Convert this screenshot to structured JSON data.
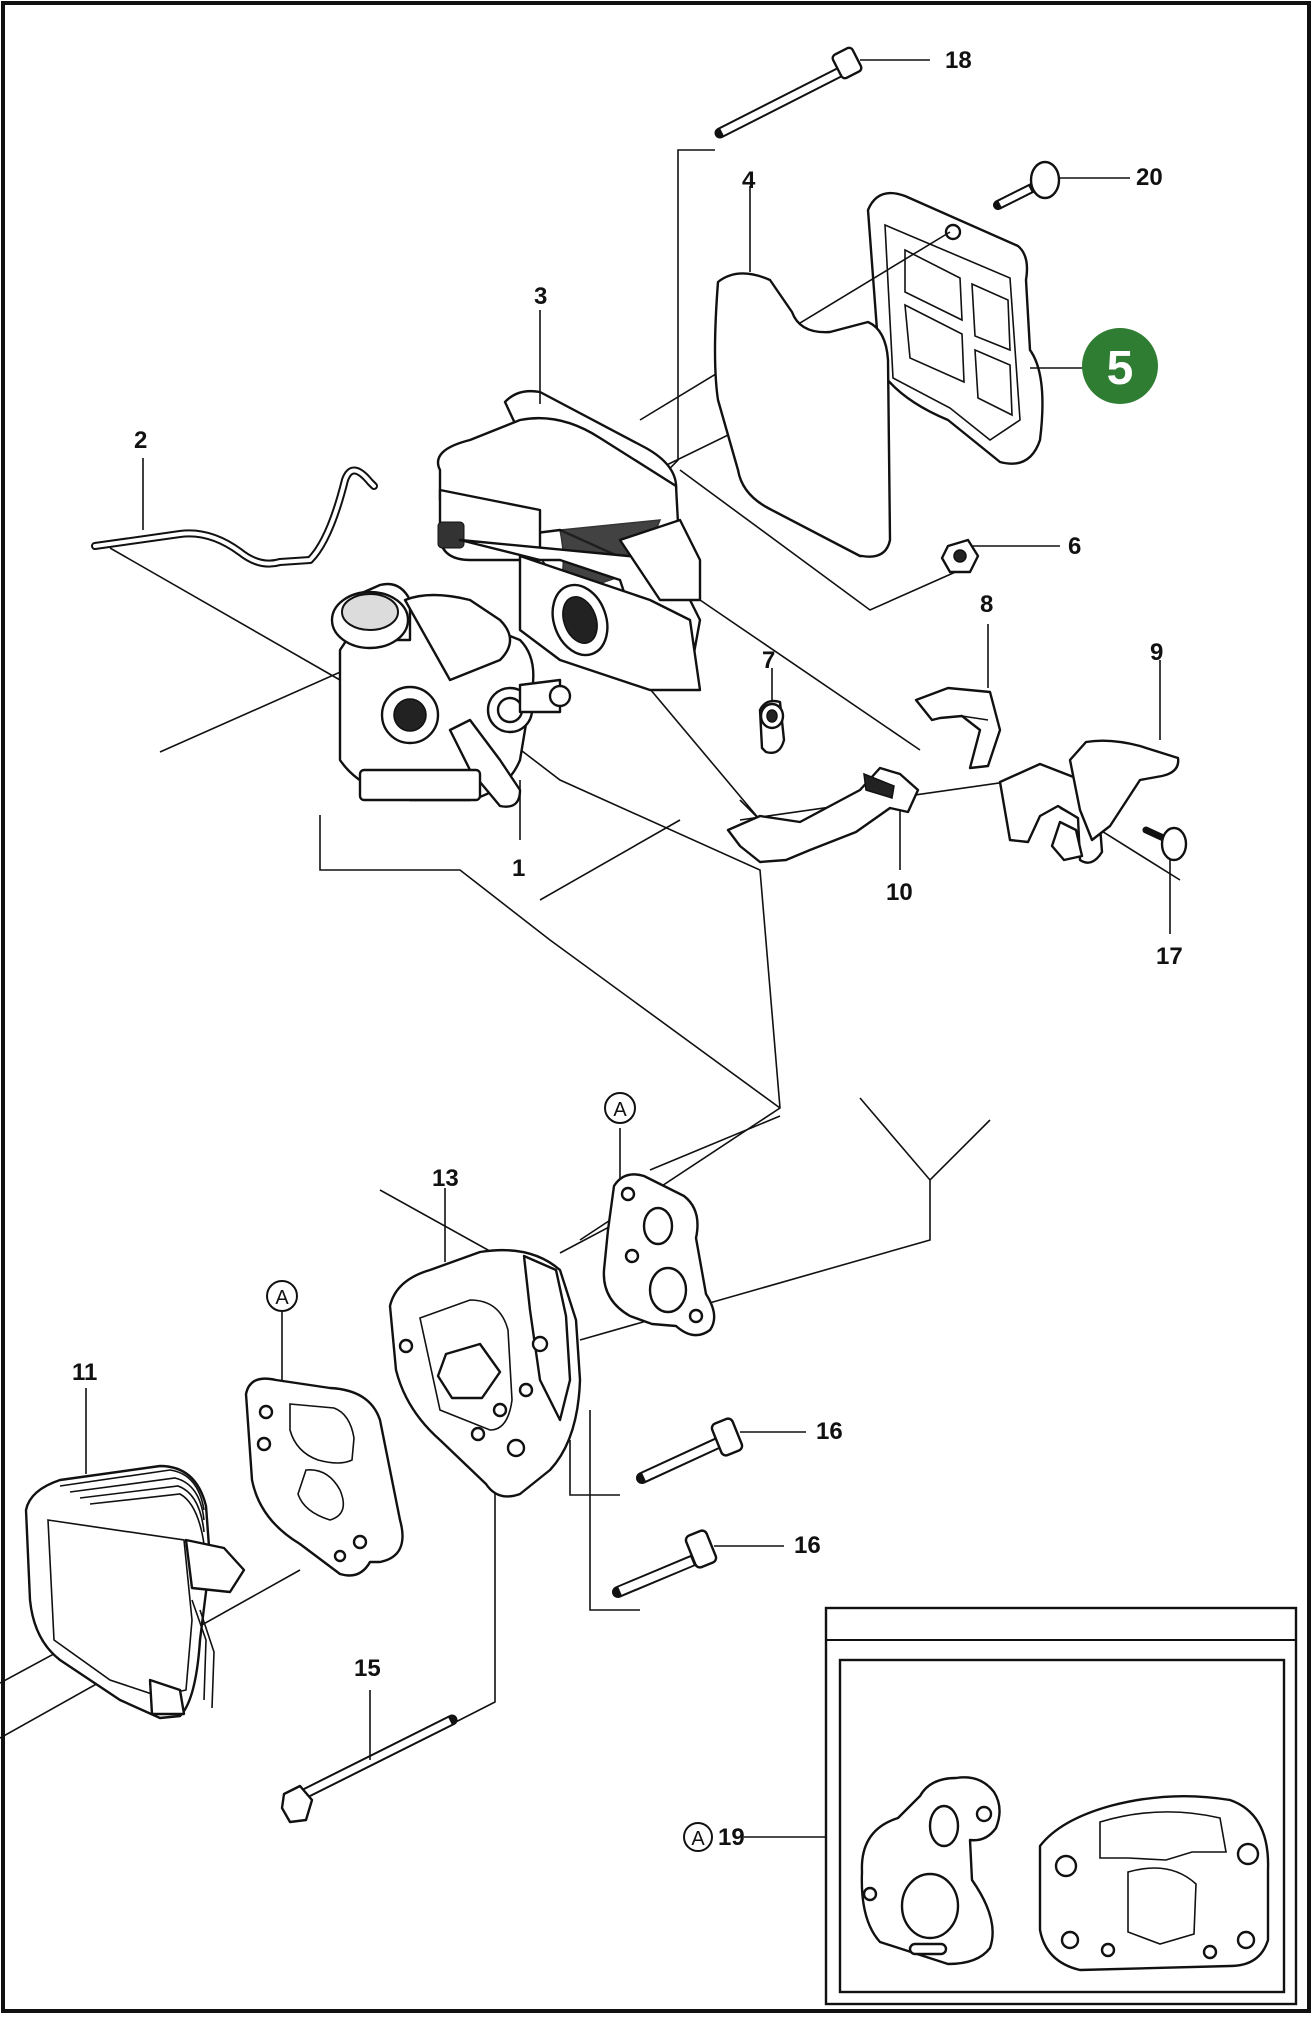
{
  "diagram": {
    "callouts": {
      "c1": "1",
      "c2": "2",
      "c3": "3",
      "c4": "4",
      "c6": "6",
      "c7": "7",
      "c8": "8",
      "c9": "9",
      "c10": "10",
      "c11": "11",
      "c13": "13",
      "c15": "15",
      "c16a": "16",
      "c16b": "16",
      "c17": "17",
      "c18": "18",
      "c19": "19",
      "c20": "20"
    },
    "group_badge": {
      "label": "5",
      "color": "#2e7d32"
    },
    "kit_markers": {
      "m1": "A",
      "m2": "A",
      "m3": "A"
    },
    "colors": {
      "line": "#111111",
      "background": "#ffffff"
    }
  }
}
